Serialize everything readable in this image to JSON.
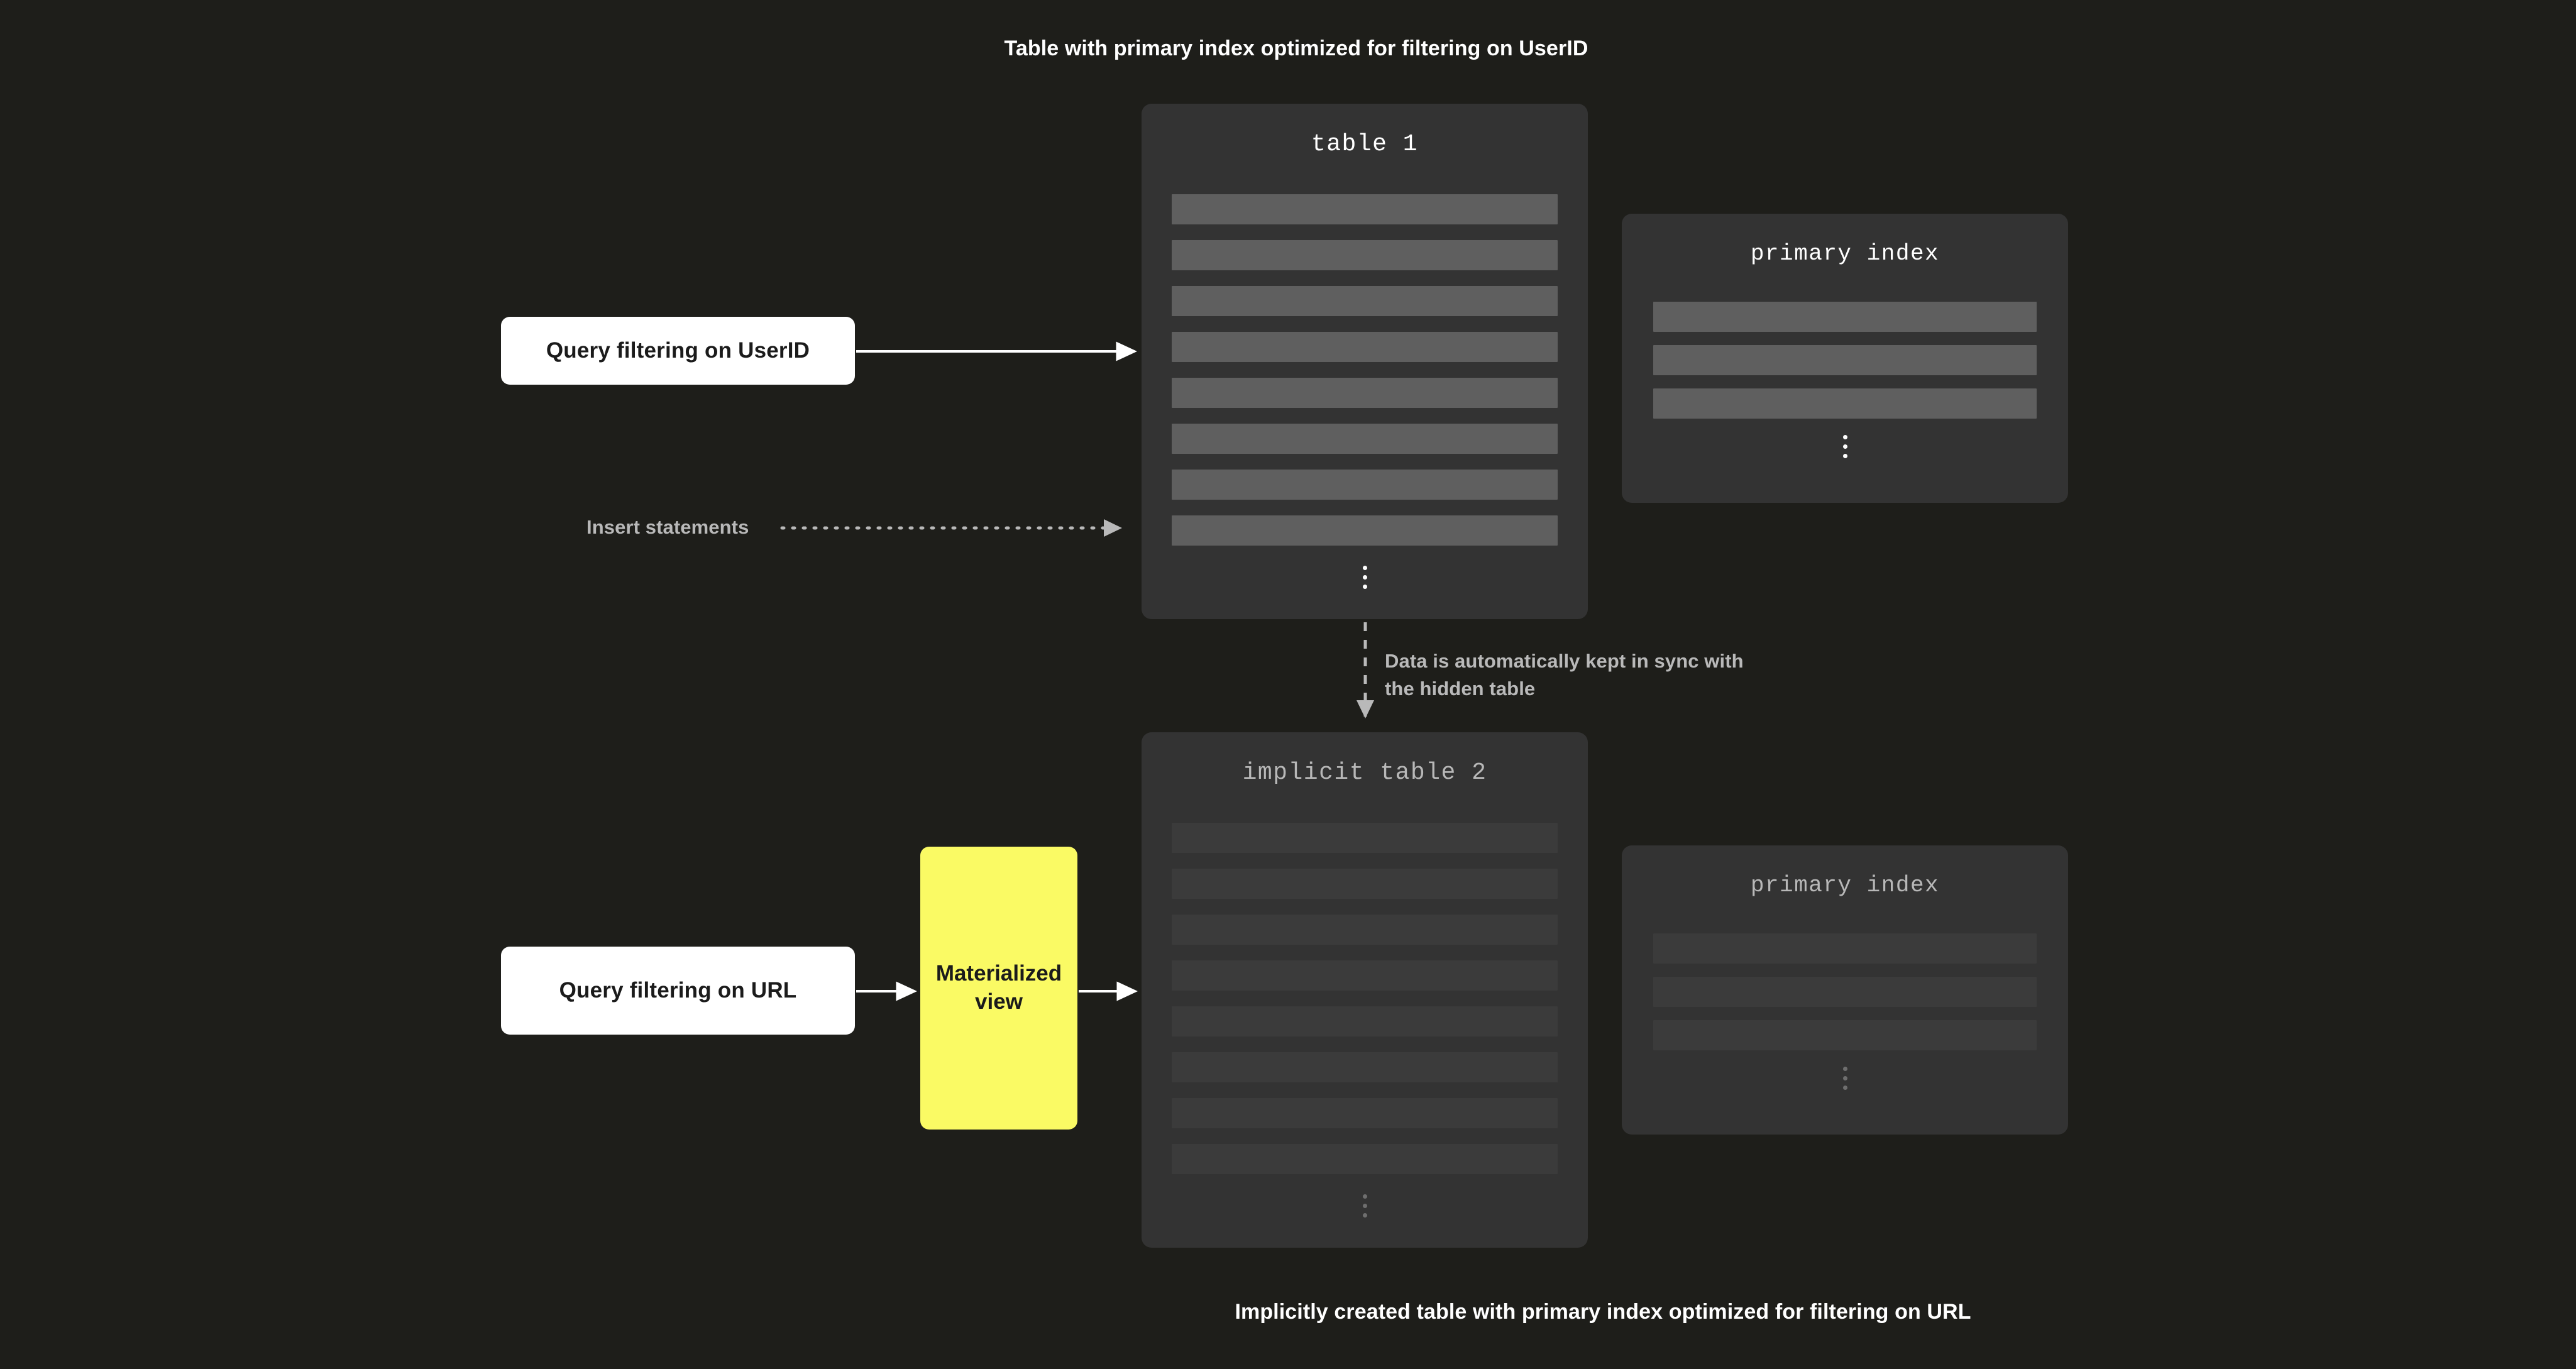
{
  "theme": {
    "background": "#1e1e1a",
    "card_bg": "#333333",
    "row_fill": "#5f5f5f",
    "row_fill_dim": "#3b3b3b",
    "accent_yellow": "#fafa64",
    "query_box_bg": "#ffffff",
    "annotation_text": "#b9b9b9",
    "arrow_color": "#ffffff",
    "dashed_arrow_color": "#b9b9b9"
  },
  "captions": {
    "top": "Table with primary index optimized for filtering on UserID",
    "bottom": "Implicitly created table with primary index optimized for filtering on URL"
  },
  "table1": {
    "title": "table 1",
    "row_count": 8,
    "ellipsis": "vertical-ellipsis"
  },
  "table2": {
    "title": "implicit table 2",
    "row_count": 8,
    "ellipsis": "vertical-ellipsis"
  },
  "index1": {
    "title": "primary index",
    "row_count": 3,
    "ellipsis": "vertical-ellipsis"
  },
  "index2": {
    "title": "primary index",
    "row_count": 3,
    "ellipsis": "vertical-ellipsis"
  },
  "query_userid": {
    "label": "Query filtering on UserID"
  },
  "query_url": {
    "label": "Query filtering on URL"
  },
  "materialized_view": {
    "label": "Materialized view"
  },
  "annotations": {
    "insert_statements": "Insert statements",
    "sync_note": "Data is automatically kept in sync with the hidden table"
  },
  "icons": {
    "arrow_solid_userid": "arrow-right-icon",
    "arrow_dotted_insert": "arrow-right-dotted-icon",
    "arrow_dashed_sync": "arrow-down-dashed-icon",
    "arrow_solid_url_to_mv": "arrow-right-icon",
    "arrow_solid_mv_to_table2": "arrow-right-icon"
  }
}
